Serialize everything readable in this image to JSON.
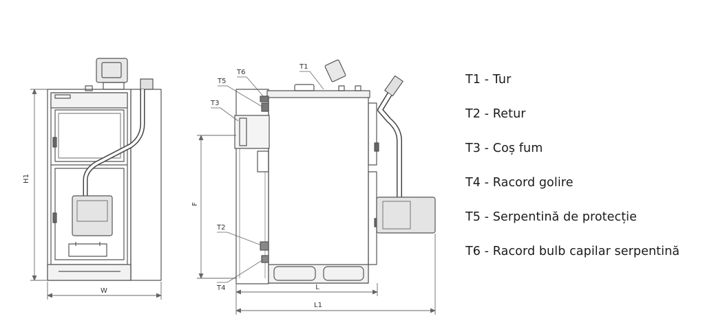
{
  "dimension_labels": {
    "h1": "H1",
    "w": "W",
    "f": "F",
    "l": "L",
    "l1": "L1"
  },
  "callout_labels": {
    "t1": "T1",
    "t2": "T2",
    "t3": "T3",
    "t4": "T4",
    "t5": "T5",
    "t6": "T6"
  },
  "legend": [
    "T1 - Tur",
    "T2 - Retur",
    "T3 - Coș fum",
    "T4 - Racord golire",
    "T5 - Serpentină de protecție",
    "T6 - Racord bulb capilar serpentină"
  ]
}
